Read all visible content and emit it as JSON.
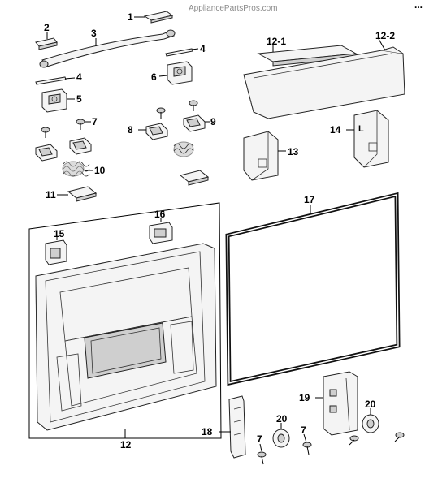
{
  "watermark": "AppliancePartsPros.com",
  "corner_text": "...",
  "callouts": [
    "1",
    "2",
    "3",
    "4",
    "4",
    "5",
    "6",
    "7",
    "7",
    "7",
    "8",
    "9",
    "10",
    "11",
    "12",
    "12-1",
    "12-2",
    "13",
    "14",
    "15",
    "16",
    "17",
    "18",
    "19",
    "20",
    "20"
  ]
}
